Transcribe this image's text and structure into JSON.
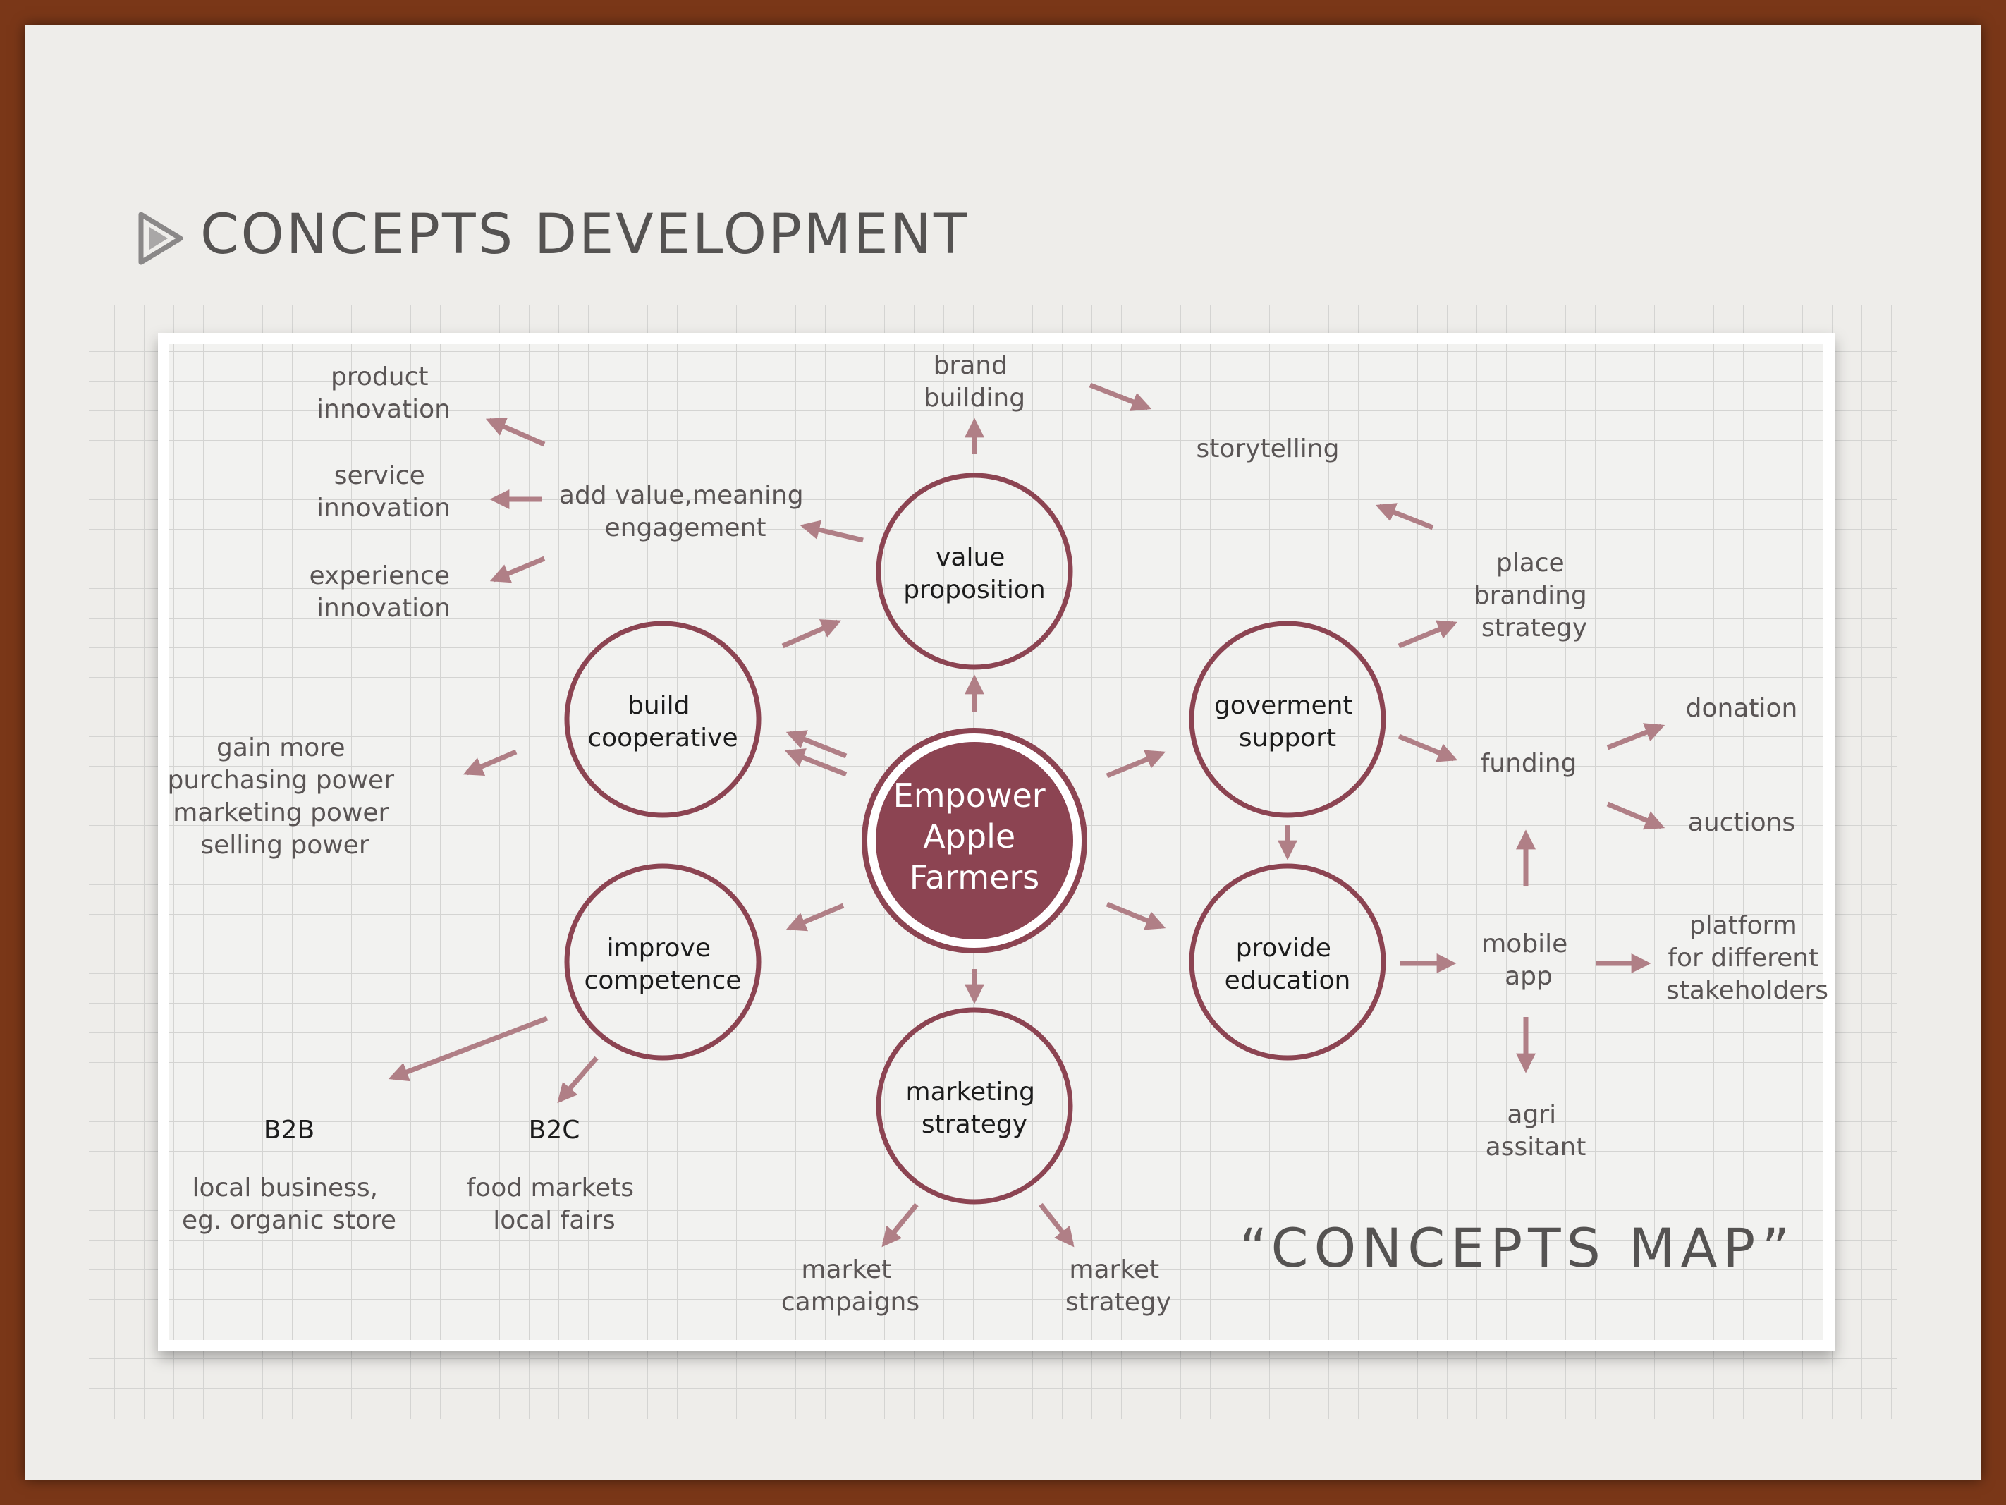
{
  "slide": {
    "title": "CONCEPTS DEVELOPMENT",
    "accent_color": "#8c4452",
    "arrow_color": "#b07f86",
    "title_icon": "play-triangle-icon"
  },
  "diagram": {
    "map_title": "“CONCEPTS MAP”",
    "center": {
      "lines": [
        "Empower",
        "Apple",
        "Farmers"
      ]
    },
    "nodes": {
      "value_proposition": [
        "value",
        "proposition"
      ],
      "build_cooperative": [
        "build",
        "cooperative"
      ],
      "improve_competence": [
        "improve",
        "competence"
      ],
      "marketing_strategy": [
        "marketing",
        "strategy"
      ],
      "goverment_support": [
        "goverment",
        "support"
      ],
      "provide_education": [
        "provide",
        "education"
      ]
    },
    "labels": {
      "product_innovation": [
        "product",
        "innovation"
      ],
      "service_innovation": [
        "service",
        "innovation"
      ],
      "experience_innovation": [
        "experience",
        "innovation"
      ],
      "add_value": [
        "add value,meaning",
        "engagement"
      ],
      "brand_building": [
        "brand",
        "building"
      ],
      "storytelling": [
        "storytelling"
      ],
      "place_branding": [
        "place",
        "branding",
        "strategy"
      ],
      "gain_power": [
        "gain more",
        "purchasing power",
        "marketing power",
        "selling power"
      ],
      "funding": [
        "funding"
      ],
      "donation": [
        "donation"
      ],
      "auctions": [
        "auctions"
      ],
      "mobile_app": [
        "mobile",
        "app"
      ],
      "platform": [
        "platform",
        "for different",
        "stakeholders"
      ],
      "agri_assistant": [
        "agri",
        "assitant"
      ],
      "b2b": [
        "B2B"
      ],
      "b2c": [
        "B2C"
      ],
      "local_business": [
        "local business,",
        "eg. organic store"
      ],
      "food_markets": [
        "food markets",
        "local fairs"
      ],
      "market_campaigns": [
        "market",
        "campaigns"
      ],
      "market_strategy": [
        "market",
        "strategy"
      ]
    }
  }
}
